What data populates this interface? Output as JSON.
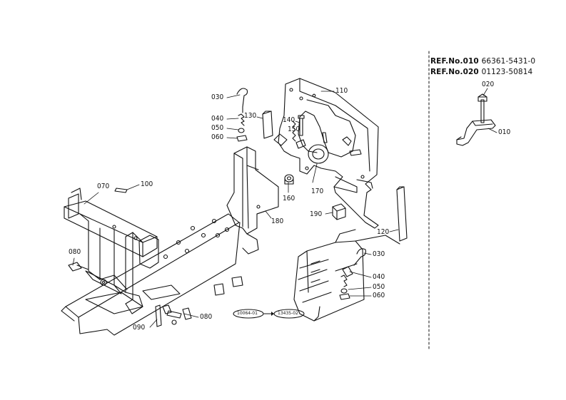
{
  "refs": [
    {
      "label": "REF.No.010",
      "number": "66361-5431-0"
    },
    {
      "label": "REF.No.020",
      "number": "01123-50814"
    }
  ],
  "serial_from": "10064-01",
  "serial_to": "13435-02",
  "callouts": {
    "c030a": "030",
    "c040a": "040",
    "c050a": "050",
    "c060a": "060",
    "c130": "130",
    "c140": "140",
    "c150": "150",
    "c110": "110",
    "c170": "170",
    "c160": "160",
    "c180": "180",
    "c100": "100",
    "c070": "070",
    "c190": "190",
    "c120": "120",
    "c030b": "030",
    "c040b": "040",
    "c050b": "050",
    "c060b": "060",
    "c080a": "080",
    "c080b": "080",
    "c090": "090",
    "c020i": "020",
    "c010i": "010"
  }
}
